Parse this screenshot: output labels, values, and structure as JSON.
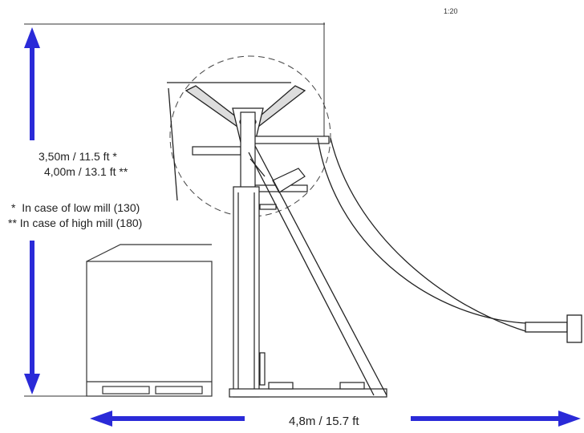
{
  "scale": "1:20",
  "dimensions": {
    "height_low": "3,50m / 11.5 ft *",
    "height_high": "4,00m / 13.1 ft **",
    "width": "4,8m / 15.7 ft"
  },
  "notes": {
    "low_mill": "*  In case of low mill (130)",
    "high_mill": "** In case of high mill (180)"
  },
  "colors": {
    "dimension_arrow": "#2a2ad8",
    "line_drawing": "#222222"
  }
}
